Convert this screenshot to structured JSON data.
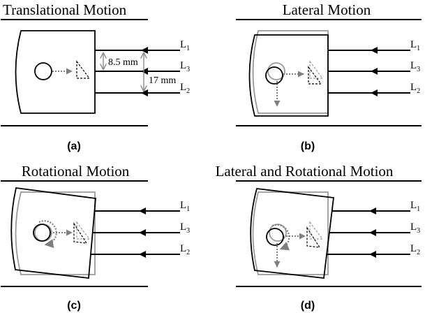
{
  "panels": [
    {
      "title": "Translational Motion",
      "caption": "(a)",
      "lines": [
        "L1",
        "L3",
        "L2"
      ],
      "measure_small": "8.5 mm",
      "measure_large": "17 mm"
    },
    {
      "title": "Lateral Motion",
      "caption": "(b)",
      "lines": [
        "L1",
        "L3",
        "L2"
      ]
    },
    {
      "title": "Rotational Motion",
      "caption": "(c)",
      "lines": [
        "L1",
        "L3",
        "L2"
      ]
    },
    {
      "title": "Lateral and Rotational Motion",
      "caption": "(d)",
      "lines": [
        "L1",
        "L3",
        "L2"
      ]
    }
  ],
  "colors": {
    "ink": "#000000",
    "ghost": "#9a9a9a",
    "arrow": "#7f7f7f"
  }
}
